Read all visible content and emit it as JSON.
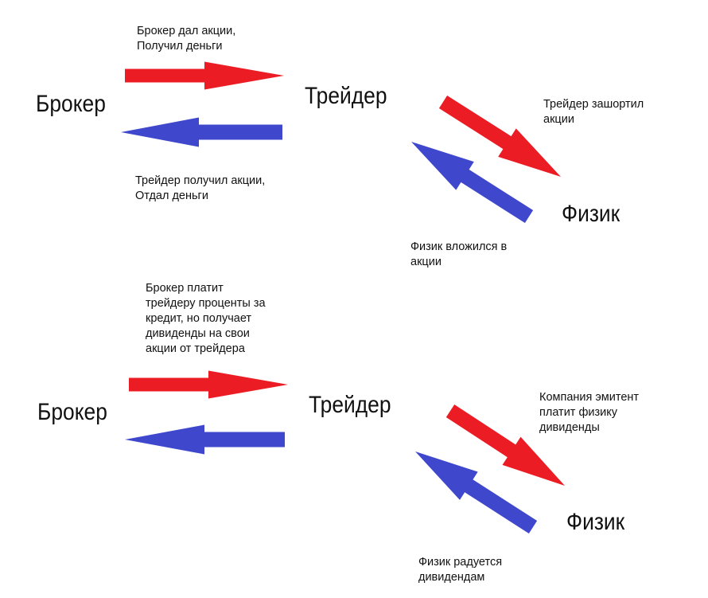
{
  "colors": {
    "red": "#ec1c24",
    "blue": "#3f48cc"
  },
  "top": {
    "broker": "Брокер",
    "trader": "Трейдер",
    "person": "Физик",
    "red_left_label": "Брокер дал акции,\nПолучил деньги",
    "blue_left_label": "Трейдер получил акции,\nОтдал деньги",
    "red_right_label": "Трейдер зашортил\nакции",
    "blue_right_label": "Физик вложился в\nакции"
  },
  "bottom": {
    "broker": "Брокер",
    "trader": "Трейдер",
    "person": "Физик",
    "left_label": "Брокер платит\nтрейдеру проценты за\nкредит, но получает\nдивиденды на свои\nакции от трейдера",
    "red_right_label": "Компания эмитент\nплатит физику\nдивиденды",
    "blue_right_label": "Физик радуется\nдивидендам"
  }
}
